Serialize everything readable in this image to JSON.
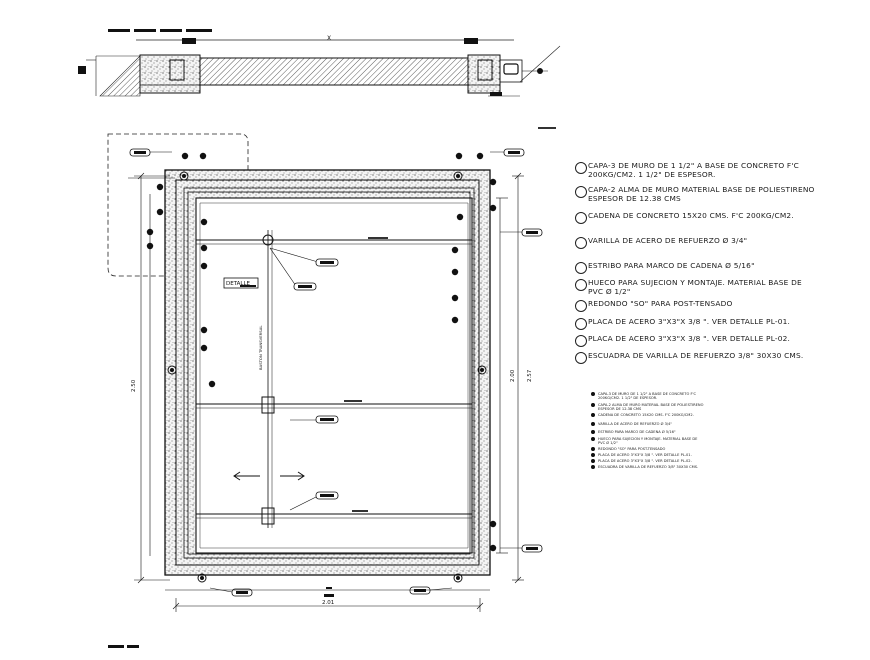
{
  "dimensions": {
    "top_x": "X",
    "height_left": "2.50",
    "height_right_inner": "2.00",
    "height_right_outer": "2.57",
    "width_bottom": "2.01"
  },
  "labels": {
    "detalle": "DETALLE",
    "vertical_text": "BASTON TRANSVERSAL"
  },
  "notes": [
    "CAPA-3 DE MURO DE 1 1/2\" A BASE DE CONCRETO F'C\n200KG/CM2. 1 1/2\" DE ESPESOR.",
    "CAPA-2 ALMA DE MURO MATERIAL BASE DE POLIESTIRENO\nESPESOR DE 12.38 CMS",
    "CADENA DE CONCRETO 15X20 CMS. F'C 200KG/CM2.",
    "VARILLA DE ACERO DE REFUERZO Ø 3/4\"",
    "ESTRIBO PARA MARCO DE CADENA Ø 5/16\"",
    "HUECO PARA SUJECION Y MONTAJE. MATERIAL BASE DE\nPVC Ø 1/2\"",
    "REDONDO \"SO\" PARA POST-TENSADO",
    "PLACA DE ACERO 3\"X3\"X 3/8 \". VER DETALLE PL-01.",
    "PLACA DE ACERO 3\"X3\"X 3/8 \". VER DETALLE PL-02.",
    "ESCUADRA DE VARILLA DE REFUERZO 3/8\" 30X30 CMS."
  ]
}
